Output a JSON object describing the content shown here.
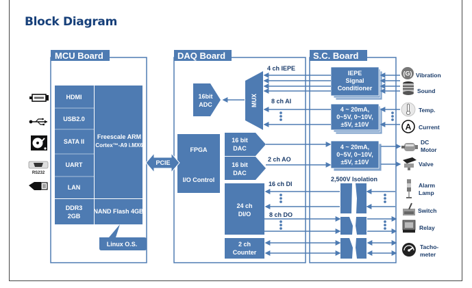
{
  "title": "Block Diagram",
  "boards": {
    "mcu": {
      "label": "MCU Board",
      "interfaces": [
        "HDMI",
        "USB2.0",
        "SATA II",
        "UART",
        "LAN"
      ],
      "memory": [
        "DDR3",
        "2GB"
      ],
      "cpu": [
        "Freescale ARM",
        "Cortex™-A9 i.MX6"
      ],
      "storage": "NAND Flash 4GB",
      "os_callout": "Linux O.S."
    },
    "daq": {
      "label": "DAQ Board",
      "adc": [
        "16bit",
        "ADC"
      ],
      "mux": "MUX",
      "fpga": "FPGA",
      "io_control": "I/O Control",
      "dac1": [
        "16 bit",
        "DAC"
      ],
      "dac2": [
        "16 bit",
        "DAC"
      ],
      "dio": [
        "24 ch",
        "DI/O"
      ],
      "counter": [
        "2 ch",
        "Counter"
      ],
      "channels": {
        "iepe": "4 ch IEPE",
        "ai": "8 ch AI",
        "ao": "2 ch AO",
        "di": "16 ch DI",
        "do": "8 ch DO"
      }
    },
    "sc": {
      "label": "S.C. Board",
      "iepe_conditioner": [
        "IEPE",
        "Signal",
        "Conditioner"
      ],
      "ai_ranges": [
        "4 ~ 20mA,",
        "0~5V, 0~10V,",
        "±5V, ±10V"
      ],
      "ao_ranges": [
        "4 ~ 20mA,",
        "0~5V, 0~10V,",
        "±5V, ±10V"
      ],
      "isolation": "2,500V Isolation"
    }
  },
  "bus": {
    "pcie": "PCIE"
  },
  "left_icons": [
    {
      "name": "hdmi-port-icon",
      "label": "HDMI"
    },
    {
      "name": "usb-icon",
      "label": "USB"
    },
    {
      "name": "hard-disk-icon",
      "label": "SATA"
    },
    {
      "name": "rs232-port-icon",
      "label": "RS232"
    },
    {
      "name": "ethernet-plug-icon",
      "label": "LAN"
    }
  ],
  "right_devices": [
    {
      "label": [
        "Vibration"
      ],
      "icon": "vibration-sensor-icon",
      "glyph": "(G)"
    },
    {
      "label": [
        "Sound"
      ],
      "icon": "microphone-icon"
    },
    {
      "label": [
        "Temp."
      ],
      "icon": "thermometer-icon"
    },
    {
      "label": [
        "Current"
      ],
      "icon": "ammeter-icon",
      "glyph": "A"
    },
    {
      "label": [
        "DC",
        "Motor"
      ],
      "icon": "dc-motor-icon"
    },
    {
      "label": [
        "Valve"
      ],
      "icon": "valve-icon"
    },
    {
      "label": [
        "Alarm",
        "Lamp"
      ],
      "icon": "alarm-lamp-icon"
    },
    {
      "label": [
        "Switch"
      ],
      "icon": "toggle-switch-icon"
    },
    {
      "label": [
        "Relay"
      ],
      "icon": "relay-icon"
    },
    {
      "label": [
        "Tacho-",
        "meter"
      ],
      "icon": "tachometer-icon"
    }
  ],
  "colors": {
    "block": "#4e7bb2",
    "title": "#17407a",
    "label": "#1c3d6b"
  }
}
